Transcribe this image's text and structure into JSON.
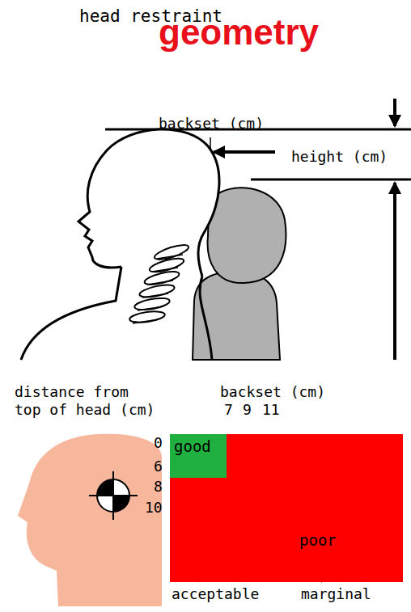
{
  "diagram": {
    "title": "geometry",
    "nodes": [
      {
        "text": [
          "poor"
        ]
      },
      {
        "text": [
          "good"
        ],
        "in": 0
      }
    ],
    "labels": [
      "head restraint",
      "backset (cm)",
      "height (cm)",
      "distance from top of head (cm)",
      "backset (cm)",
      "7",
      "9",
      "11",
      "0",
      "6",
      "8",
      "10",
      "acceptable",
      "marginal"
    ]
  }
}
